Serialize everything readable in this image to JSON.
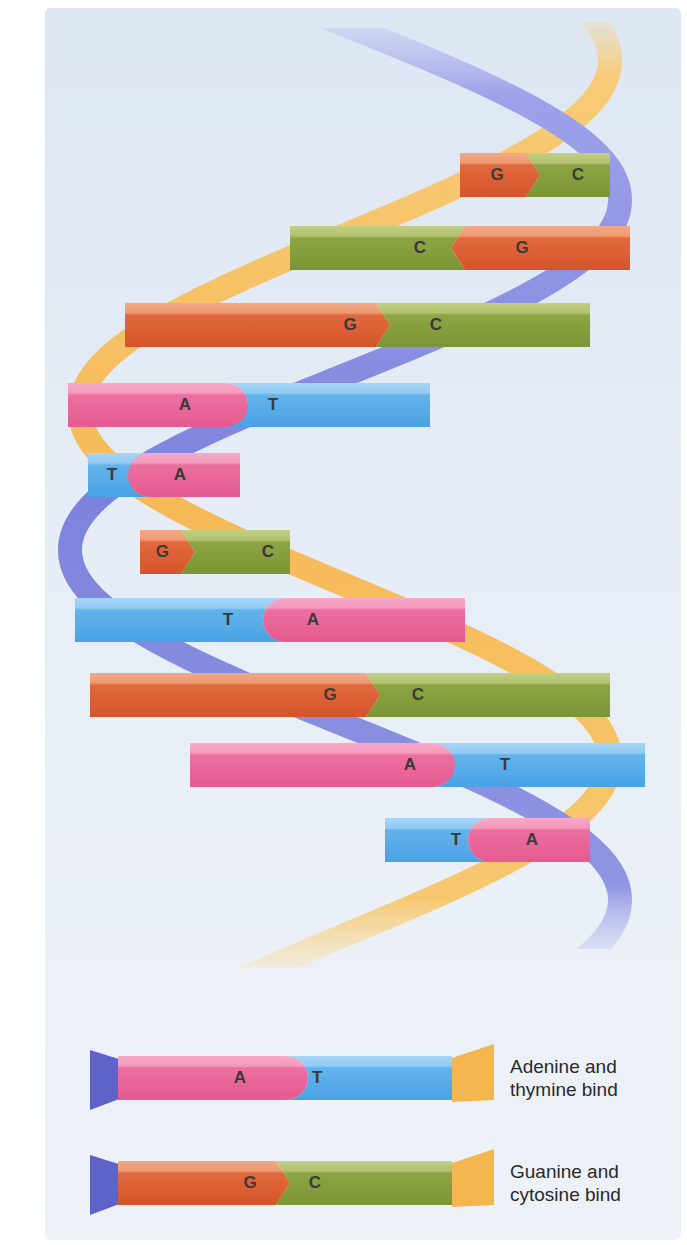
{
  "diagram": {
    "nodes": [
      {
        "text": [
          "G"
        ]
      },
      {
        "text": [
          "C"
        ]
      },
      {
        "text": [
          "C"
        ]
      },
      {
        "text": [
          "G"
        ]
      },
      {
        "text": [
          "G"
        ]
      },
      {
        "text": [
          "C"
        ]
      },
      {
        "text": [
          "A"
        ]
      },
      {
        "text": [
          "T"
        ]
      },
      {
        "text": [
          "T"
        ]
      },
      {
        "text": [
          "A"
        ]
      },
      {
        "text": [
          "G"
        ]
      },
      {
        "text": [
          "C"
        ]
      },
      {
        "text": [
          "T"
        ]
      },
      {
        "text": [
          "A"
        ]
      },
      {
        "text": [
          "G"
        ]
      },
      {
        "text": [
          "C"
        ]
      },
      {
        "text": [
          "A"
        ]
      },
      {
        "text": [
          "T"
        ]
      },
      {
        "text": [
          "T"
        ]
      },
      {
        "text": [
          "A"
        ]
      },
      {
        "text": [
          "A"
        ]
      },
      {
        "text": [
          "T"
        ]
      },
      {
        "text": [
          "G"
        ]
      },
      {
        "text": [
          "C"
        ]
      }
    ],
    "legend": [
      {
        "text": "Adenine and thymine bind"
      },
      {
        "text": "Guanine and cytosine bind"
      }
    ]
  }
}
